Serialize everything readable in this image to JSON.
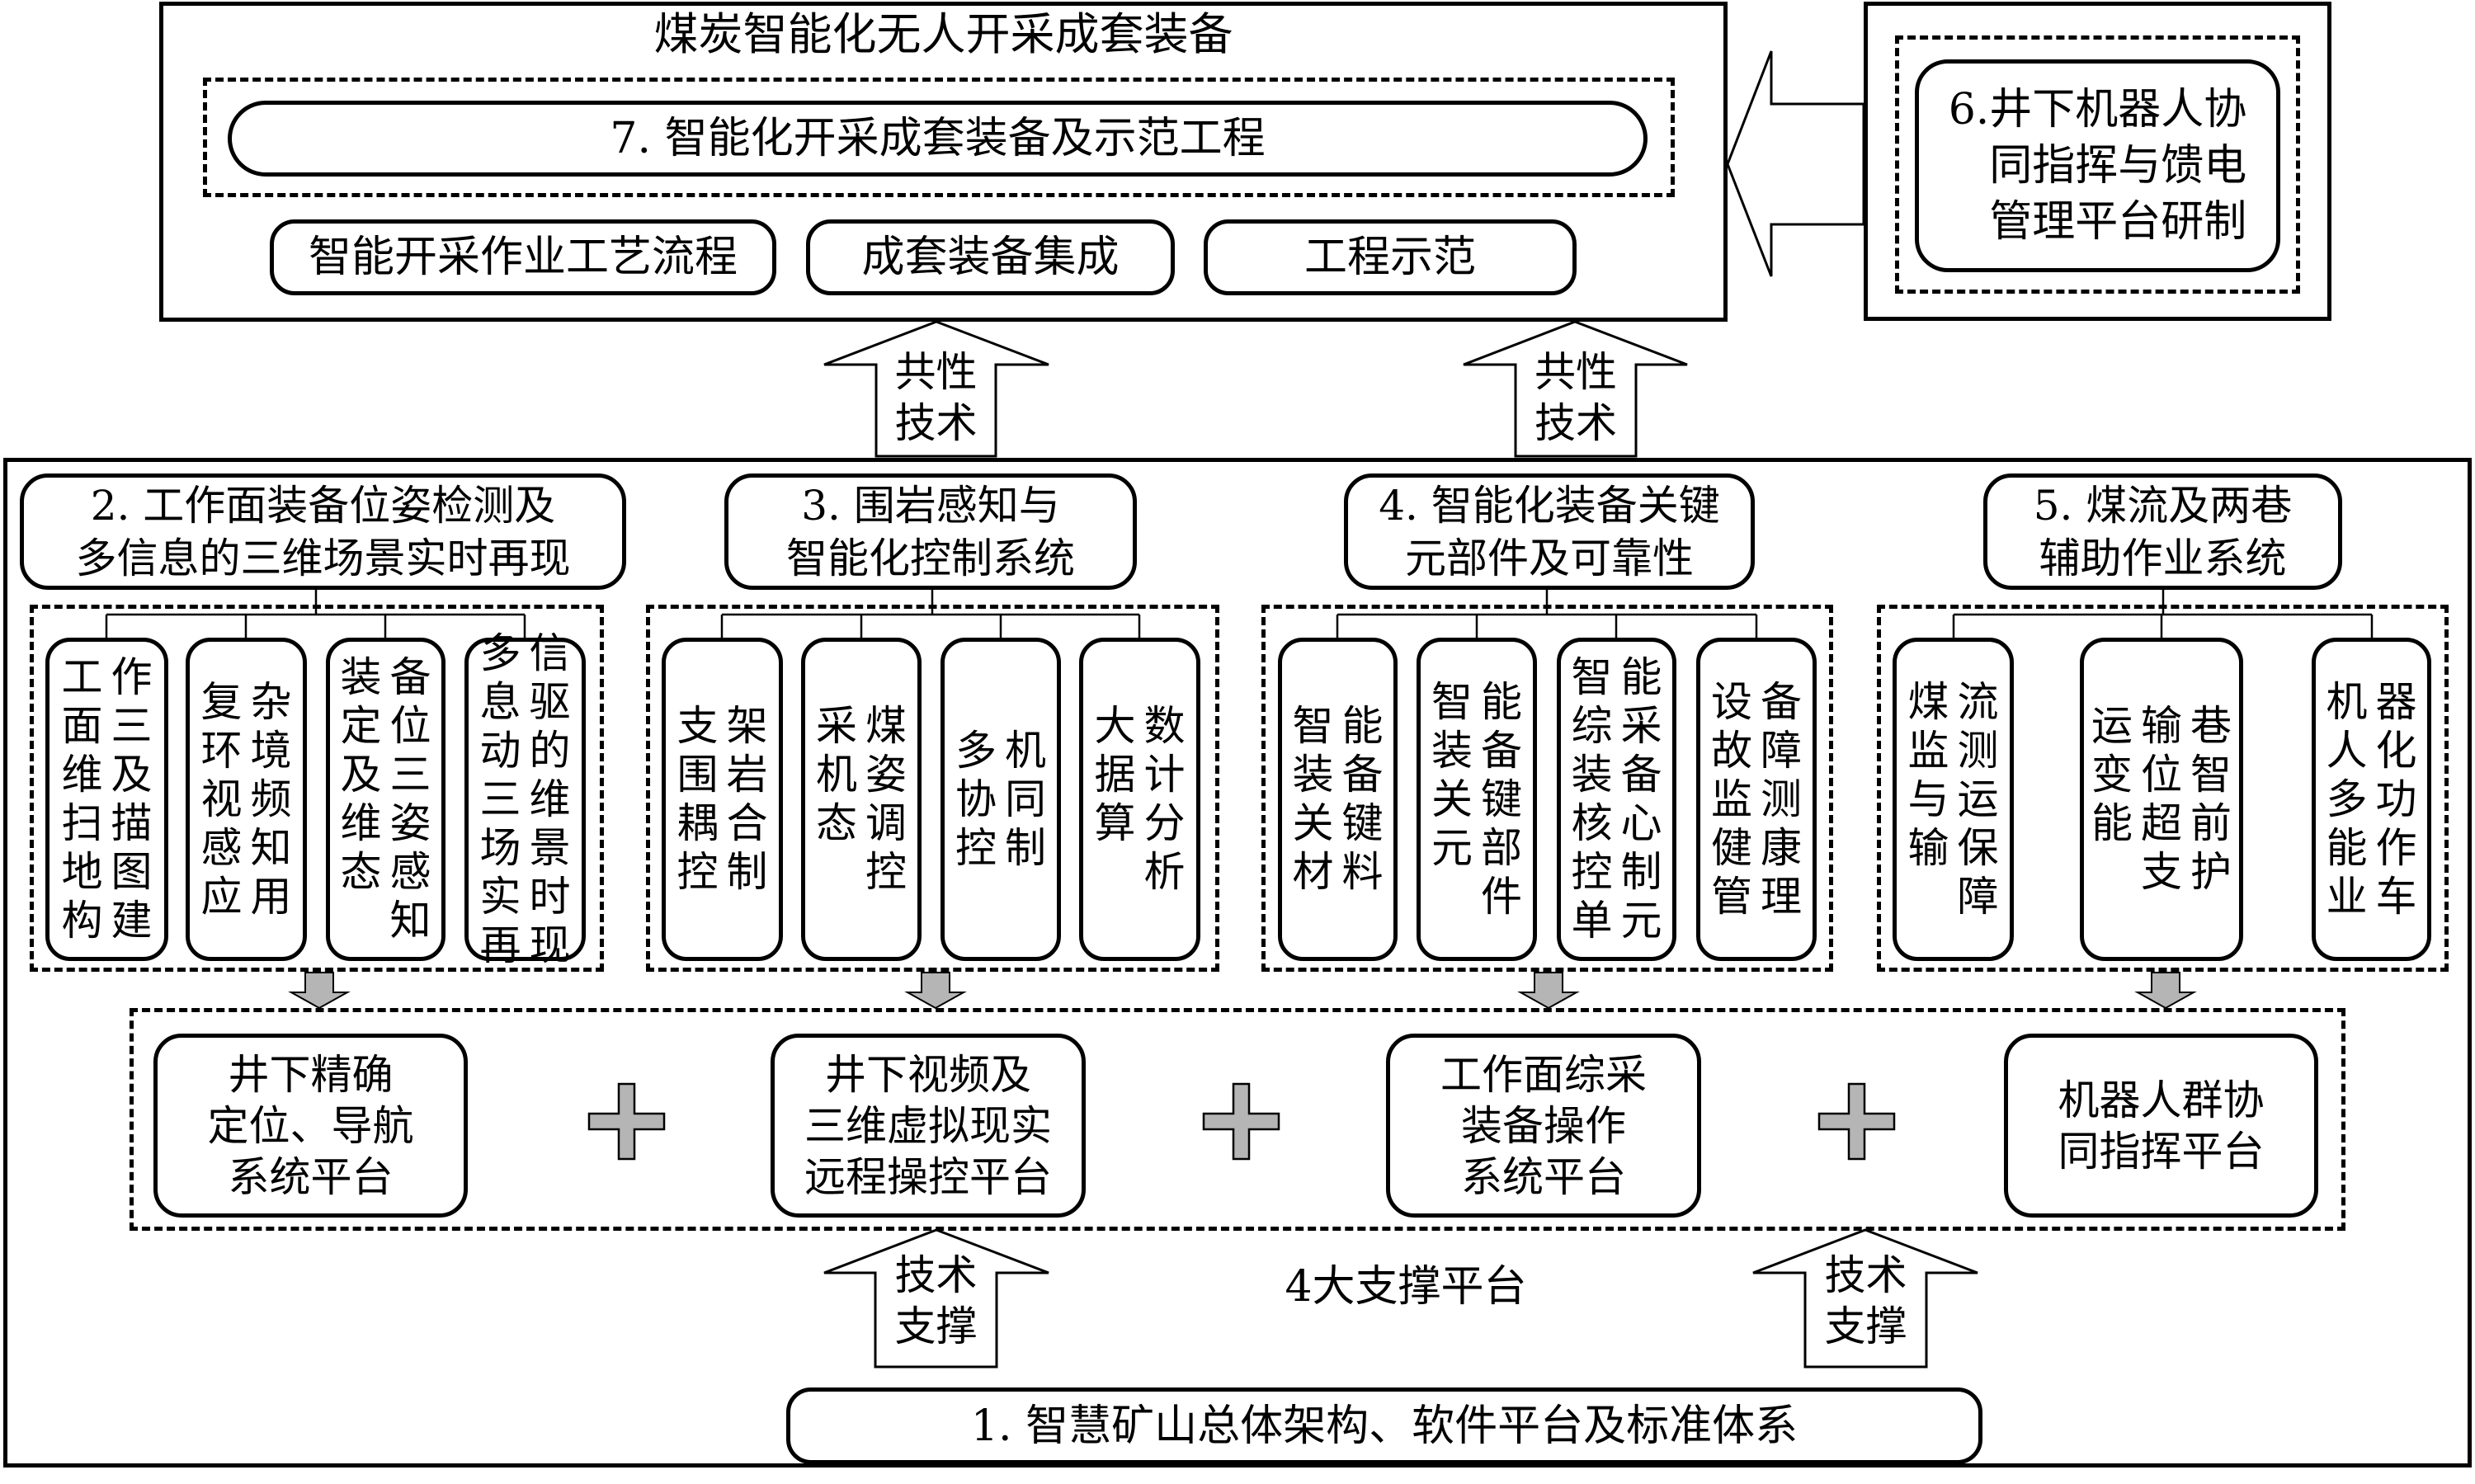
{
  "top": {
    "title": "煤炭智能化无人开采成套装备",
    "project7": "7. 智能化开采成套装备及示范工程",
    "items": [
      "智能开采作业工艺流程",
      "成套装备集成",
      "工程示范"
    ]
  },
  "project6": "6.井下机器人协\n同指挥与馈电\n管理平台研制",
  "common_tech_label": "共性\n技术",
  "groups": [
    {
      "header": "2. 工作面装备位姿检测及\n多信息的三维场景实时再现",
      "items": [
        {
          "text": "工作面三维及扫描地图构建",
          "cols": [
            "工面维扫地构",
            "作三及描图建"
          ]
        },
        {
          "text": "复杂环境视频感知应用",
          "cols": [
            "复环视感应",
            "杂境频知用"
          ]
        },
        {
          "text": "装备定位及三维姿态感知",
          "cols": [
            "装定及维态",
            "备位三姿感知"
          ]
        },
        {
          "text": "多信息驱动的三维场景实时再现",
          "cols": [
            "多息动三场实再",
            "信驱的维景时现"
          ]
        }
      ]
    },
    {
      "header": "3. 围岩感知与\n智能化控制系统",
      "items": [
        {
          "text": "支架围岩耦合控制",
          "cols": [
            "支围耦控",
            "架岩合制"
          ]
        },
        {
          "text": "采煤机姿态调控",
          "cols": [
            "采机态",
            "煤姿调控"
          ]
        },
        {
          "text": "多机协同控制",
          "cols": [
            "多协控",
            "机同制"
          ]
        },
        {
          "text": "大数据计算分析",
          "cols": [
            "大据算",
            "数计分析"
          ]
        }
      ]
    },
    {
      "header": "4. 智能化装备关键\n元部件及可靠性",
      "items": [
        {
          "text": "智能装备关键材料",
          "cols": [
            "智装关材",
            "能备键料"
          ]
        },
        {
          "text": "智能装备关键元部件",
          "cols": [
            "智装关元",
            "能备键部件"
          ]
        },
        {
          "text": "智能综采装备核心控制单元",
          "cols": [
            "智综装核控单",
            "能采备心制元"
          ]
        },
        {
          "text": "设备故障监测健康管理",
          "cols": [
            "设故监健管",
            "备障测康理"
          ]
        }
      ]
    },
    {
      "header": "5. 煤流及两巷\n辅助作业系统",
      "items": [
        {
          "text": "煤流监测与运输保障",
          "cols": [
            "煤监与输",
            "流测运保障"
          ]
        },
        {
          "text": "运输巷变位智能超前支护",
          "cols": [
            "运变能",
            "输位超支",
            "巷智前护"
          ]
        },
        {
          "text": "机器人化多功能作业车",
          "cols": [
            "机人多能业",
            "器化功作车"
          ]
        }
      ]
    }
  ],
  "platforms": {
    "items": [
      "井下精确\n定位、导航\n系统平台",
      "井下视频及\n三维虚拟现实\n远程操控平台",
      "工作面综采\n装备操作\n系统平台",
      "机器人群协\n同指挥平台"
    ],
    "label": "4大支撑平台"
  },
  "tech_support_label": "技术\n支撑",
  "foundation": "1. 智慧矿山总体架构、软件平台及标准体系",
  "colors": {
    "line": "#000000",
    "gray_fill": "#b5b5b5",
    "background": "#ffffff"
  }
}
